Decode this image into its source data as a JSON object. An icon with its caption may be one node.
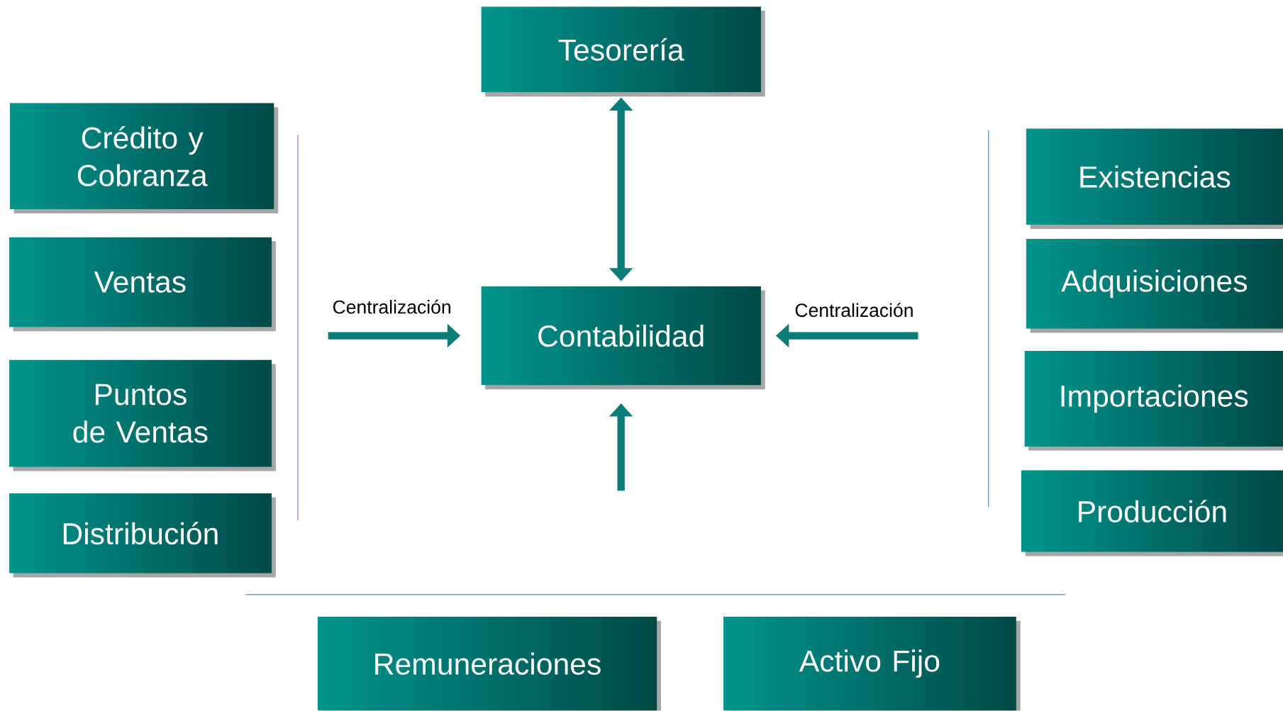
{
  "diagram": {
    "nodes": [
      {
        "text": [
          "Tesorería"
        ]
      },
      {
        "text": [
          "Crédito y Cobranza"
        ]
      },
      {
        "text": [
          "Ventas"
        ]
      },
      {
        "text": [
          "Puntos de Ventas"
        ]
      },
      {
        "text": [
          "Distribución"
        ]
      },
      {
        "text": [
          "Contabilidad"
        ]
      },
      {
        "text": [
          "Existencias"
        ]
      },
      {
        "text": [
          "Adquisiciones"
        ]
      },
      {
        "text": [
          "Importaciones"
        ]
      },
      {
        "text": [
          "Producción"
        ]
      },
      {
        "text": [
          "Remuneraciones"
        ]
      },
      {
        "text": [
          "Activo Fijo"
        ]
      }
    ],
    "edges": [
      {
        "from": 0,
        "to": 5,
        "arrow": "both"
      },
      {
        "from": null,
        "to": 5,
        "arrow": "to",
        "label": "Centralización"
      },
      {
        "from": null,
        "to": 5,
        "arrow": "to",
        "label": "Centralización"
      },
      {
        "from": null,
        "to": 5,
        "arrow": "to"
      }
    ]
  }
}
